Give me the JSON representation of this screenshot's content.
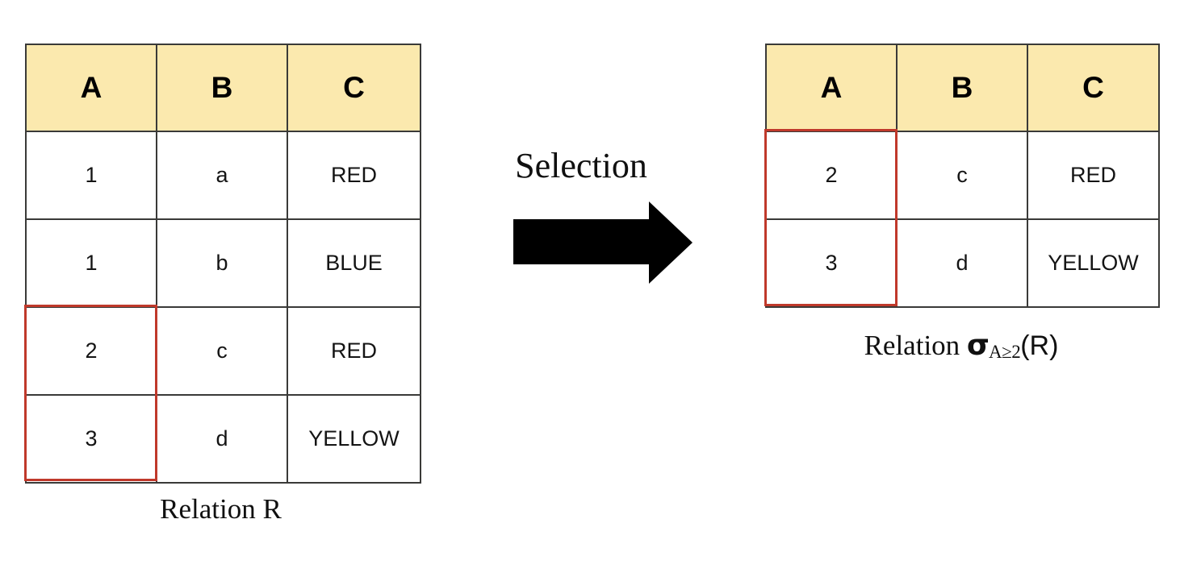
{
  "figure": {
    "title_text": "Relational algebra selection operation diagram",
    "background_color": "#ffffff",
    "header_fill": "#fbe9ae",
    "grid_color": "#3a3a38",
    "highlight_color": "#c0392b",
    "arrow_color": "#000000"
  },
  "operation": {
    "label": "Selection",
    "arrow_name": "right-block-arrow"
  },
  "left_table": {
    "caption": "Relation R",
    "columns": [
      "A",
      "B",
      "C"
    ],
    "rows": [
      {
        "A": "1",
        "B": "a",
        "C": "RED"
      },
      {
        "A": "1",
        "B": "b",
        "C": "BLUE"
      },
      {
        "A": "2",
        "B": "c",
        "C": "RED"
      },
      {
        "A": "3",
        "B": "d",
        "C": "YELLOW"
      }
    ],
    "highlight": {
      "column": "A",
      "row_indices": [
        2,
        3
      ],
      "values": [
        "2",
        "3"
      ]
    }
  },
  "right_table": {
    "caption_prefix": "Relation",
    "caption_sigma": "σ",
    "caption_subscript": "A≥2",
    "caption_suffix": "(R)",
    "caption_full": "Relation σA≥2(R)",
    "columns": [
      "A",
      "B",
      "C"
    ],
    "rows": [
      {
        "A": "2",
        "B": "c",
        "C": "RED"
      },
      {
        "A": "3",
        "B": "d",
        "C": "YELLOW"
      }
    ],
    "highlight": {
      "column": "A",
      "row_indices": [
        0,
        1
      ],
      "values": [
        "2",
        "3"
      ]
    }
  }
}
